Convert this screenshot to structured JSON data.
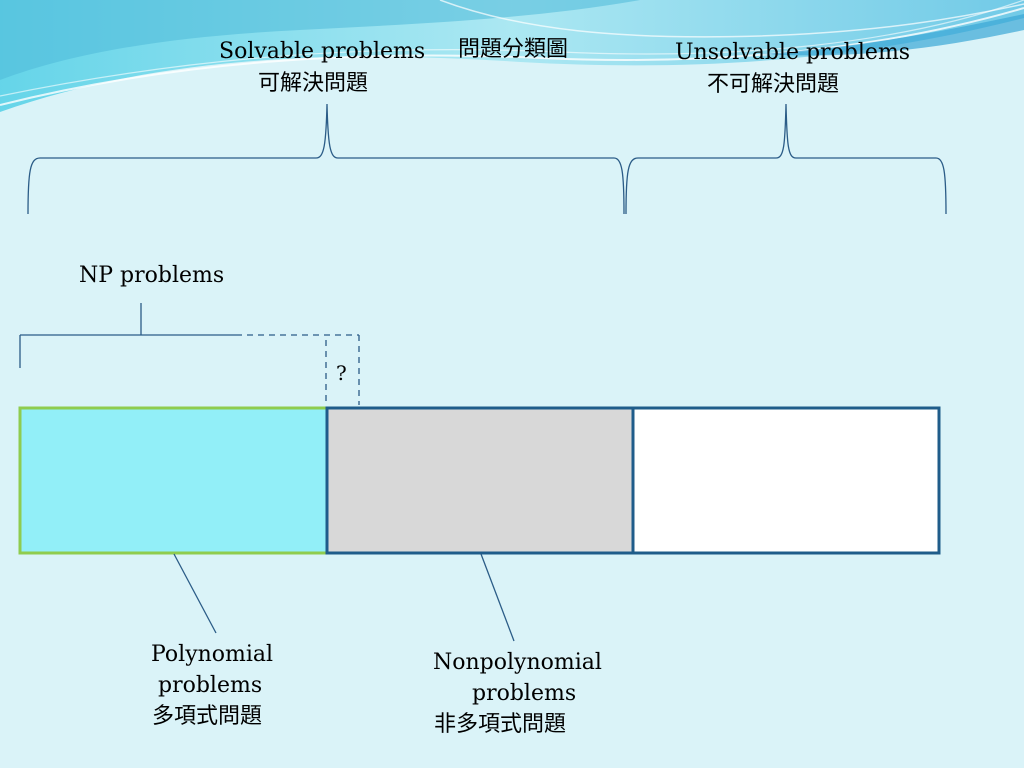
{
  "title": "問題分類圖",
  "solvable": {
    "en": "Solvable problems",
    "zh": "可解決問題"
  },
  "unsolvable": {
    "en": "Unsolvable problems",
    "zh": "不可解決問題"
  },
  "np": {
    "label": "NP problems",
    "question": "?"
  },
  "polynomial": {
    "en": "Polynomial",
    "en2": "problems",
    "zh": "多項式問題"
  },
  "nonpolynomial": {
    "en": "Nonpolynomial",
    "en2": "problems",
    "zh": "非多項式問題"
  },
  "colors": {
    "background": "#daf3f8",
    "polynomial_fill": "#92eff8",
    "polynomial_border": "#8fcc4e",
    "nonpolynomial_fill": "#d8d8d8",
    "unsolvable_fill": "#ffffff",
    "box_border": "#1f5c8a",
    "line": "#2b5c87"
  }
}
